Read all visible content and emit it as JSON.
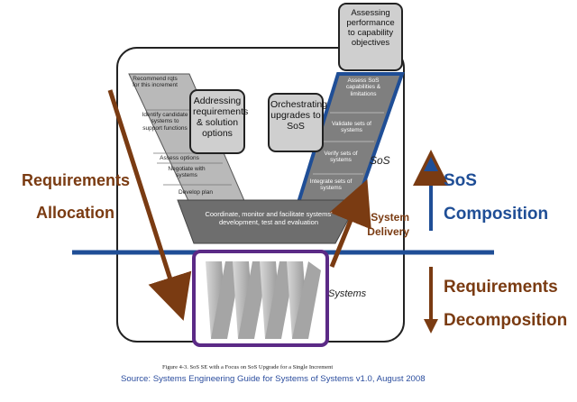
{
  "left_labels": {
    "requirements_allocation_l1": "Requirements",
    "requirements_allocation_l2": "Allocation"
  },
  "right_labels": {
    "sos_composition_l1": "SoS",
    "sos_composition_l2": "Composition",
    "requirements_decomposition_l1": "Requirements",
    "requirements_decomposition_l2": "Decomposition"
  },
  "callouts": {
    "assessing_performance": "Assessing performance to capability objectives",
    "addressing_requirements": "Addressing requirements & solution options",
    "orchestrating_upgrades": "Orchestrating upgrades to SoS"
  },
  "left_steps": [
    "Recommend rqts for this increment",
    "Identify candidate systems to support functions",
    "Assess options",
    "Negotiate with systems",
    "Develop plan"
  ],
  "right_steps": [
    "Assess SoS capabilities & limitations",
    "Validate sets of systems",
    "Verify sets of systems",
    "Integrate sets of systems"
  ],
  "coordinate_text": "Coordinate, monitor and facilitate systems' development, test and evaluation",
  "system_delivery": "System Delivery",
  "sos_label": "SoS",
  "systems_label": "Systems",
  "figure_caption": "Figure 4-3.  SoS SE with a Focus on SoS Upgrade for a Single Increment",
  "source": "Source: Systems Engineering Guide for Systems of Systems v1.0, August 2008",
  "colors": {
    "brown": "#7a3b12",
    "blue": "#1f4e96",
    "purple": "#5b2a86",
    "gray_band": "#6e6e6e"
  }
}
